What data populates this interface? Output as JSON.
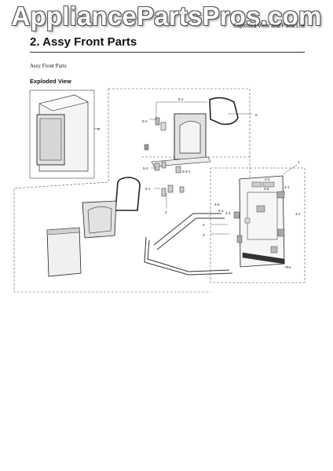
{
  "watermark": "AppliancePartsPros.com",
  "header_right": "Exploded View and Parts List",
  "title": "2.  Assy Front Parts",
  "subtitle": "Assy Front Parts",
  "section_heading": "Exploded View",
  "callouts": {
    "c6": "6",
    "c5": "5",
    "c51": "5-1",
    "c53": "5-3",
    "c52": "5-2",
    "c531": "5-3-1",
    "c1": "1",
    "c2": "2",
    "c3": "3",
    "c4": "4",
    "c41": "4-1",
    "c42": "4-2",
    "c43": "4-3",
    "c44": "4-4",
    "c45": "4-5",
    "c46": "4-6"
  }
}
